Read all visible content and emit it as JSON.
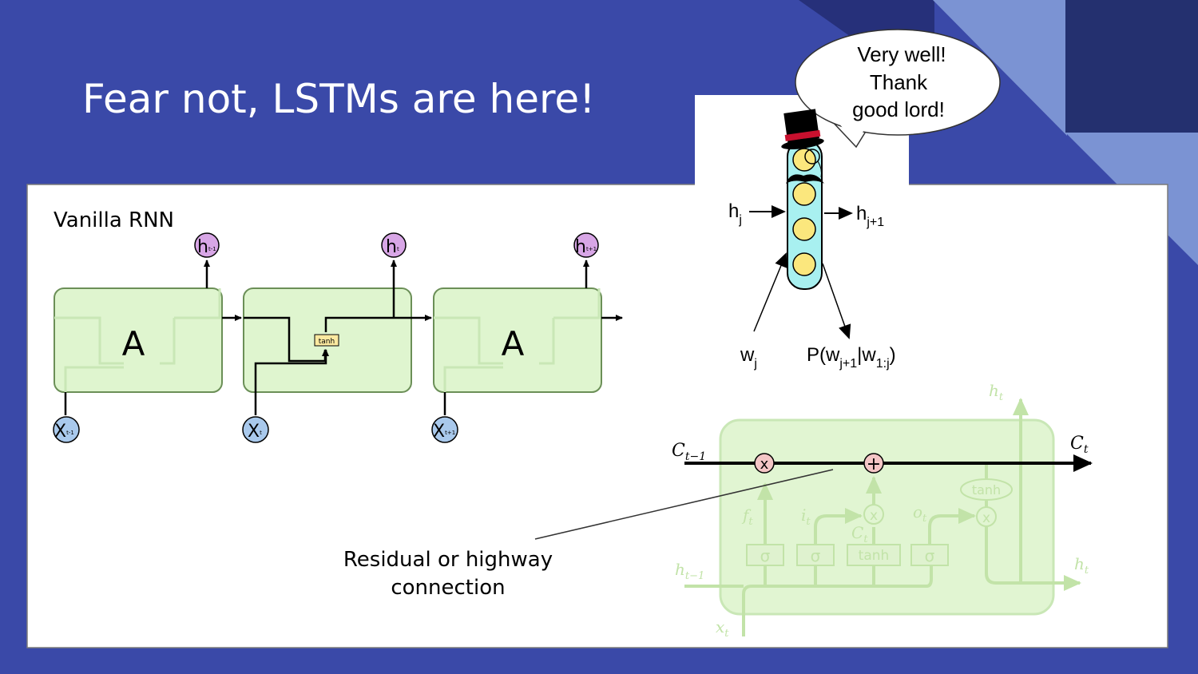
{
  "slide": {
    "title": "Fear not, LSTMs are here!"
  },
  "rnn": {
    "label": "Vanilla RNN",
    "cell_label": "A",
    "activation": "tanh",
    "hidden_labels": [
      "h",
      "h",
      "h"
    ],
    "hidden_subs": [
      "t-1",
      "t",
      "t+1"
    ],
    "input_labels": [
      "X",
      "X",
      "X"
    ],
    "input_subs": [
      "t-1",
      "t",
      "t+1"
    ]
  },
  "lm": {
    "speech_line1": "Very well!",
    "speech_line2": "Thank",
    "speech_line3": "good lord!",
    "h_in": "h",
    "h_in_sub": "j",
    "h_out": "h",
    "h_out_sub": "j+1",
    "w_in": "w",
    "w_in_sub": "j",
    "p_pre": "P(w",
    "p_sub1": "j+1",
    "p_mid": "|w",
    "p_sub2": "1:j",
    "p_post": ")"
  },
  "lstm": {
    "c_prev": "C",
    "c_prev_sub": "t−1",
    "c_next": "C",
    "c_next_sub": "t",
    "h_top": "h",
    "h_top_sub": "t",
    "h_prev": "h",
    "h_prev_sub": "t−1",
    "h_next": "h",
    "h_next_sub": "t",
    "x_in": "x",
    "x_in_sub": "t",
    "times": "x",
    "plus": "+",
    "sigma": "σ",
    "tanh": "tanh",
    "f_gate": "f",
    "f_sub": "t",
    "i_gate": "i",
    "i_sub": "t",
    "o_gate": "o",
    "o_sub": "t",
    "c_tilde": "C",
    "c_tilde_sub": "t"
  },
  "annotation": {
    "line1": "Residual or highway",
    "line2": "connection"
  },
  "colors": {
    "background": "#3a49a8",
    "cell_fill": "#dff5cf",
    "cell_stroke": "#6b8f57",
    "hidden_node": "#d8a6e6",
    "input_node": "#a9c9ec",
    "lstm_faded": "#c2e3a8",
    "op_node": "#f4c6c6"
  }
}
